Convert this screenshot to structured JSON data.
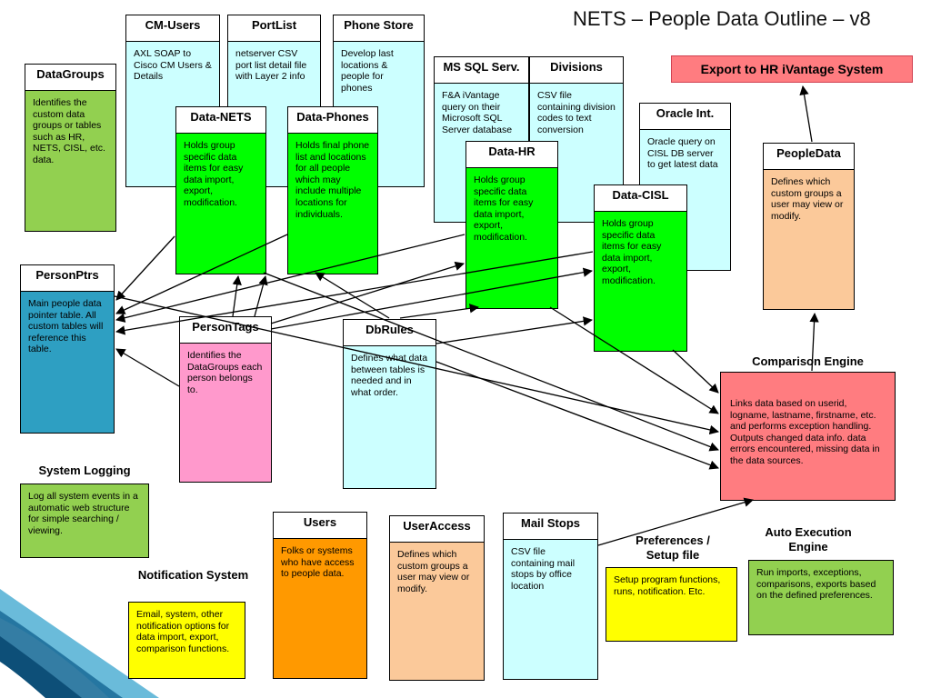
{
  "title": "NETS – People Data Outline – v8",
  "export": "Export to HR iVantage System",
  "nodes": {
    "cm_users": {
      "name": "CM-Users",
      "desc": "AXL SOAP to Cisco CM Users & Details"
    },
    "portlist": {
      "name": "PortList",
      "desc": "netserver CSV port list detail file with Layer 2 info"
    },
    "phone_store": {
      "name": "Phone Store",
      "desc": "Develop last locations & people for phones"
    },
    "datagroups": {
      "name": "DataGroups",
      "desc": "Identifies the custom data groups or tables such as HR, NETS, CISL, etc. data."
    },
    "data_nets": {
      "name": "Data-NETS",
      "desc": "Holds group specific data items for easy data import, export, modification."
    },
    "data_phones": {
      "name": "Data-Phones",
      "desc": "Holds final phone list and locations for all people which may include multiple locations for individuals."
    },
    "ms_sql": {
      "name": "MS SQL Serv.",
      "desc": "F&A iVantage query on their Microsoft SQL Server database"
    },
    "divisions": {
      "name": "Divisions",
      "desc": "CSV file containing division codes to text conversion"
    },
    "data_hr": {
      "name": "Data-HR",
      "desc": "Holds group specific data items for easy data import, export, modification."
    },
    "oracle": {
      "name": "Oracle Int.",
      "desc": "Oracle  query on CISL DB server to get latest data"
    },
    "data_cisl": {
      "name": "Data-CISL",
      "desc": "Holds group specific data items for easy data import, export, modification."
    },
    "peopledata": {
      "name": "PeopleData",
      "desc": "Defines which custom groups a user may view or modify."
    },
    "personptrs": {
      "name": "PersonPtrs",
      "desc": "Main people data pointer table. All custom tables will reference this table."
    },
    "persontags": {
      "name": "PersonTags",
      "desc": "Identifies the DataGroups each person belongs to."
    },
    "dbrules": {
      "name": "DbRules",
      "desc": "Defines what data between tables is needed and in what order."
    },
    "users": {
      "name": "Users",
      "desc": "Folks or systems who have access to people data."
    },
    "useraccess": {
      "name": "UserAccess",
      "desc": "Defines which custom groups a user may view or modify."
    },
    "mailstops": {
      "name": "Mail Stops",
      "desc": "CSV file containing mail stops by office location"
    }
  },
  "panels": {
    "comparison": {
      "label": "Comparison Engine",
      "desc": "Links data based on userid, logname, lastname, firstname, etc. and performs exception handling. Outputs changed data info. data errors  encountered, missing data in the data sources."
    },
    "logging": {
      "label": "System Logging",
      "desc": "Log all system events in a automatic web structure for simple searching / viewing."
    },
    "notification": {
      "label": "Notification System",
      "desc": "Email, system, other notification options for data import, export, comparison functions."
    },
    "preferences": {
      "label": "Preferences / Setup file",
      "desc": "Setup program functions, runs, notification. Etc."
    },
    "autoexec": {
      "label": "Auto Execution Engine",
      "desc": "Run imports, exceptions, comparisons, exports based on the defined preferences."
    }
  },
  "colors": {
    "cyan": "#ccffff",
    "green": "#00ff00",
    "light_green": "#92d050",
    "blue": "#2e9fc2",
    "pink": "#ff99cc",
    "peach": "#fbc99a",
    "orange": "#ff9900",
    "yellow": "#ffff00",
    "red": "#ff7c80"
  }
}
